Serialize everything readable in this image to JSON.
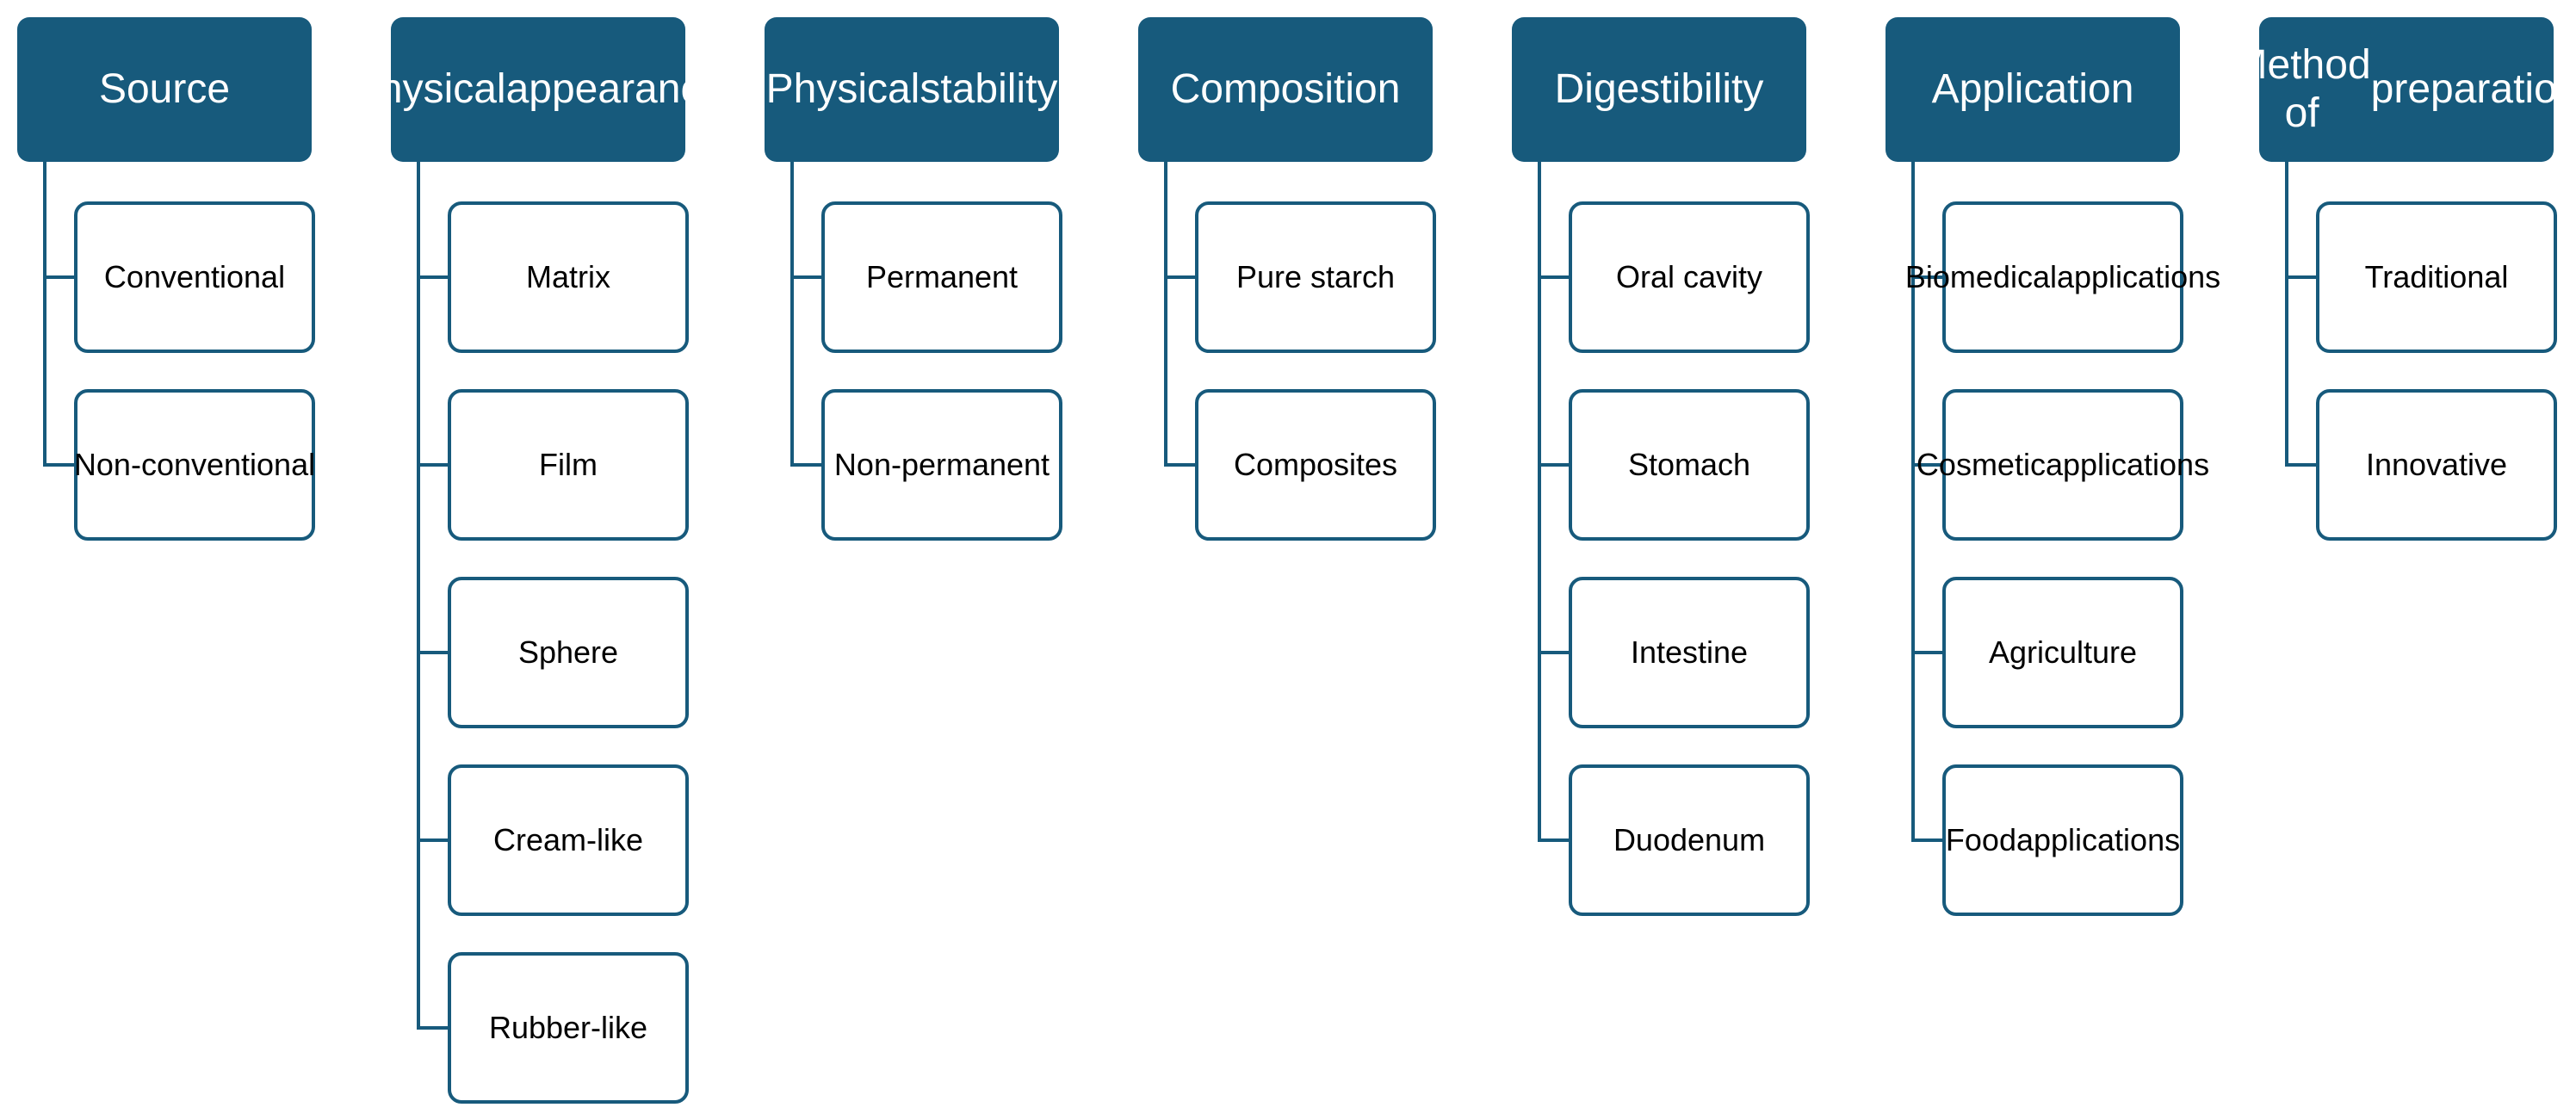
{
  "colors": {
    "accent": "#175a7c",
    "background": "#ffffff",
    "text_dark": "#000000"
  },
  "categories": [
    {
      "title": "Source",
      "items": [
        "Conventional",
        "Non-\nconventional"
      ]
    },
    {
      "title": "Physical\nappearance",
      "items": [
        "Matrix",
        "Film",
        "Sphere",
        "Cream-like",
        "Rubber-like"
      ]
    },
    {
      "title": "Physical\nstability",
      "items": [
        "Permanent",
        "Non-\npermanent"
      ]
    },
    {
      "title": "Composition",
      "items": [
        "Pure starch",
        "Composites"
      ]
    },
    {
      "title": "Digestibility",
      "items": [
        "Oral cavity",
        "Stomach",
        "Intestine",
        "Duodenum"
      ]
    },
    {
      "title": "Application",
      "items": [
        "Biomedical\napplications",
        "Cosmetic\napplications",
        "Agriculture",
        "Food\napplications"
      ]
    },
    {
      "title": "Method of\npreparation",
      "items": [
        "Traditional",
        "Innovative"
      ]
    }
  ]
}
